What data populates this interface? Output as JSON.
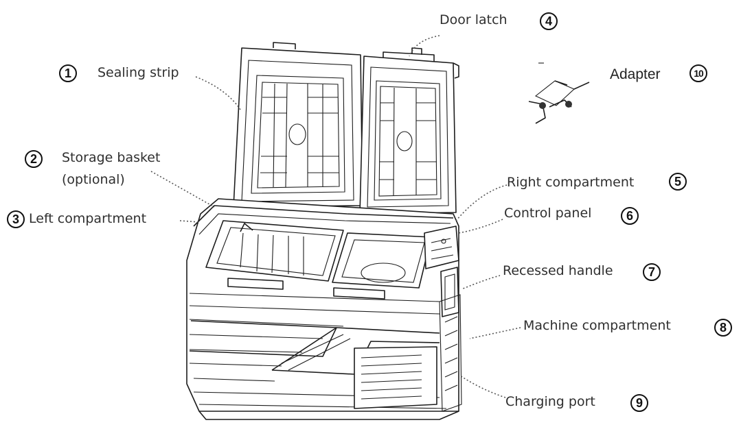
{
  "callouts": [
    {
      "number": "1",
      "label": "Sealing strip"
    },
    {
      "number": "2",
      "label": "Storage basket"
    },
    {
      "number": "2",
      "label_line2": "(optional)"
    },
    {
      "number": "3",
      "label": "Left compartment"
    },
    {
      "number": "4",
      "label": "Door latch"
    },
    {
      "number": "5",
      "label": "Right compartment"
    },
    {
      "number": "6",
      "label": "Control panel"
    },
    {
      "number": "7",
      "label": "Recessed handle"
    },
    {
      "number": "8",
      "label": "Machine compartment"
    },
    {
      "number": "9",
      "label": "Charging port"
    },
    {
      "number": "10",
      "label": "Adapter"
    }
  ],
  "colors": {
    "line": "#1c1c1c",
    "text": "#2f2f2f",
    "leader": "#555555",
    "background": "#ffffff"
  }
}
